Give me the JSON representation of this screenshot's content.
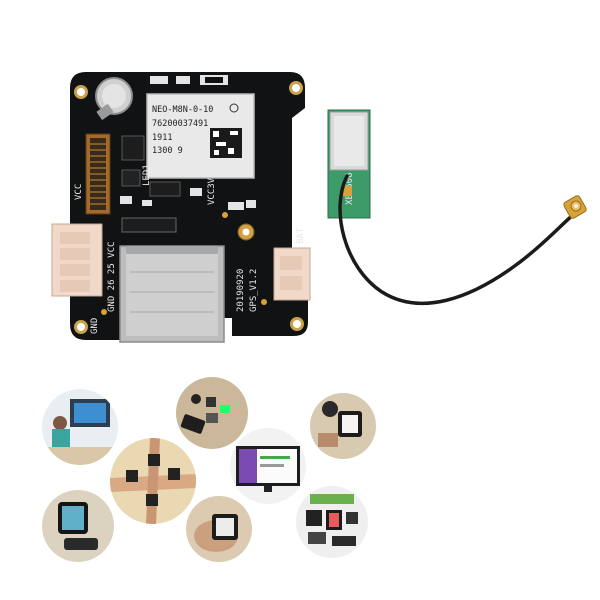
{
  "module": {
    "chip": {
      "model": "NEO-M8N-0-10",
      "serial": "76200037491",
      "code_a": "1911",
      "code_b": "1300  9"
    },
    "silkscreen": {
      "vcc_side": "VCC",
      "connector_pins": "GND  26  25  VCC",
      "gnd_bottom": "GND",
      "version_date": "20190920",
      "version_name": "GPS_V1.2",
      "bat": "BAT",
      "led_label": "LED1",
      "vcc33": "VCC3V3"
    },
    "antenna": {
      "marking": "XE5506"
    }
  },
  "colors": {
    "pcb": "#111214",
    "chip_shield": "#e9e9e9",
    "sd_slot": "#bdbdbd",
    "connector": "#f0d9c9",
    "antenna_board": "#3d9b6a",
    "gold": "#d8a23a",
    "cable": "#1b1b1b"
  },
  "thumbnails": [
    {
      "name": "thumb-person-desk"
    },
    {
      "name": "thumb-devices-table"
    },
    {
      "name": "thumb-watch-hand-top"
    },
    {
      "name": "thumb-hands-watches"
    },
    {
      "name": "thumb-monitor"
    },
    {
      "name": "thumb-watch-device"
    },
    {
      "name": "thumb-hand-watch"
    },
    {
      "name": "thumb-watch-kit"
    }
  ]
}
